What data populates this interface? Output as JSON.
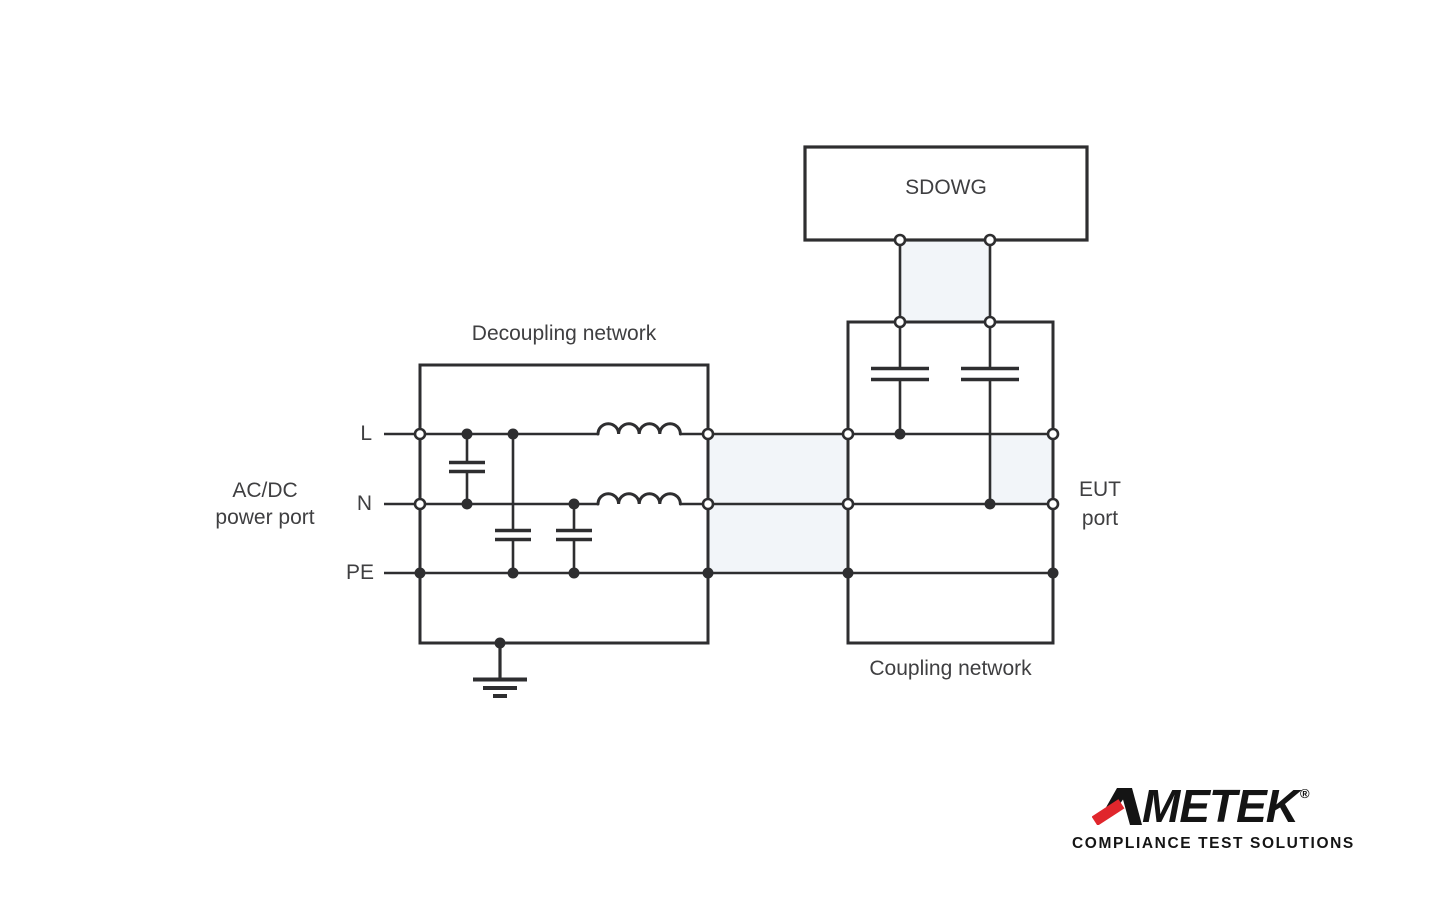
{
  "diagram": {
    "generator": {
      "label": "SDOWG"
    },
    "decoupling_network": {
      "label": "Decoupling network"
    },
    "coupling_network": {
      "label": "Coupling network"
    },
    "power_port": {
      "label_line1": "AC/DC",
      "label_line2": "power port",
      "lines": [
        "L",
        "N",
        "PE"
      ]
    },
    "eut_port": {
      "label_line1": "EUT",
      "label_line2": "port"
    }
  },
  "logo": {
    "brand": "AMETEK",
    "brand_after_a": "METEK",
    "registered": "®",
    "tagline": "COMPLIANCE TEST SOLUTIONS"
  },
  "colors": {
    "line": "#2e2e30",
    "text": "#3f3f41",
    "shade": "#f2f5f9",
    "logo_red": "#e0262c",
    "logo_black": "#141414",
    "background": "#ffffff"
  }
}
